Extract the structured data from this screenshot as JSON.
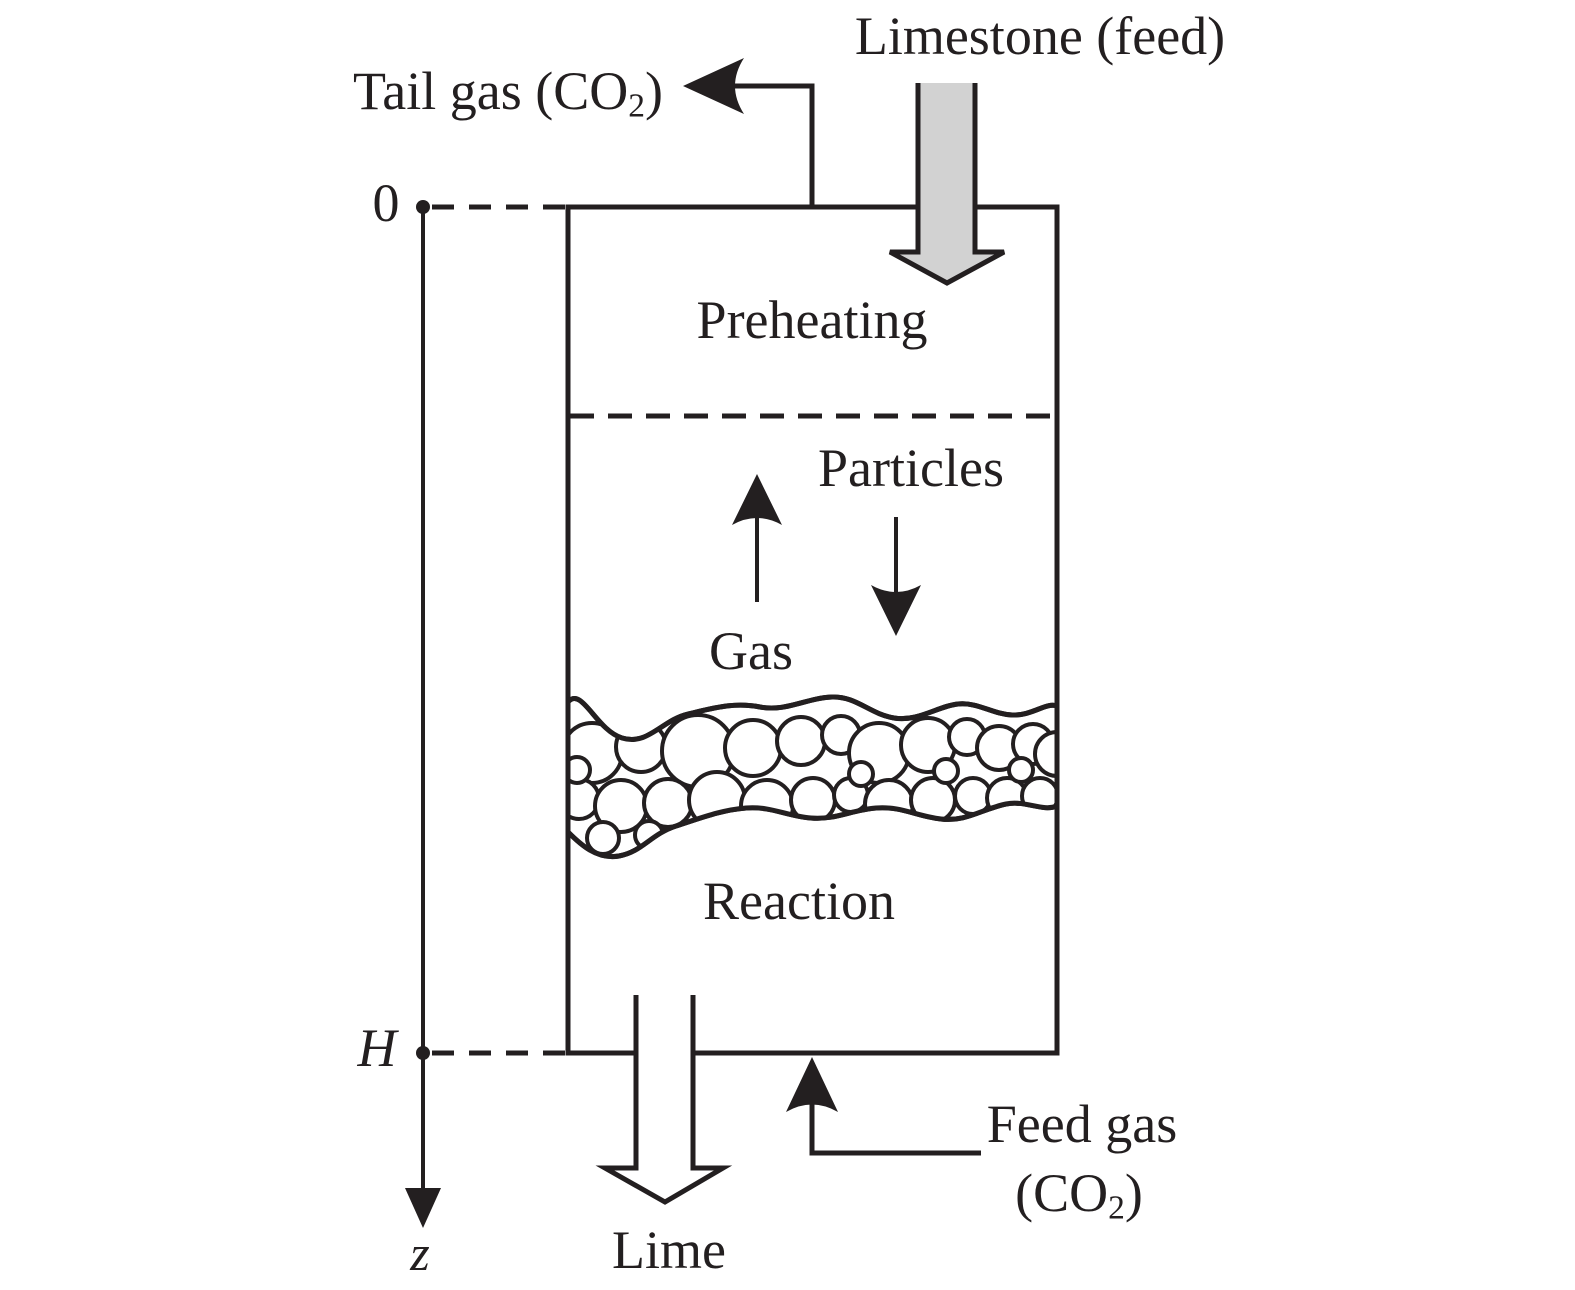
{
  "figure": {
    "title_semantic": "Limestone calcination shaft reactor schematic",
    "colors": {
      "ink": "#231f20",
      "paper": "#ffffff",
      "feed_arrow_fill": "#d2d2d2"
    },
    "labels": {
      "limestone_feed": "Limestone (feed)",
      "tail_gas_pre": "Tail gas (CO",
      "tail_gas_sub": "2",
      "tail_gas_post": ")",
      "preheating": "Preheating",
      "particles": "Particles",
      "gas": "Gas",
      "reaction": "Reaction",
      "lime": "Lime",
      "feed_gas_line1": "Feed gas",
      "feed_gas_pre": "(CO",
      "feed_gas_sub": "2",
      "feed_gas_post": ")",
      "axis_origin": "0",
      "axis_height": "H",
      "axis_variable": "z"
    }
  }
}
